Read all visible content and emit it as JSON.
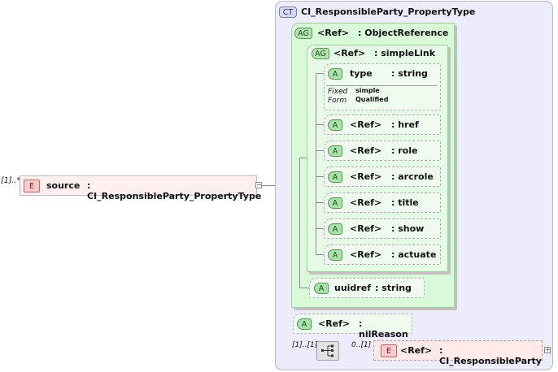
{
  "source_element": {
    "cardinality": "[1]..*",
    "badge": "E",
    "name": "source",
    "type": ": CI_ResponsibleParty_PropertyType"
  },
  "complex_type": {
    "badge": "CT",
    "title": "CI_ResponsibleParty_PropertyType"
  },
  "object_reference": {
    "badge": "AG",
    "ref": "<Ref>",
    "type": ": ObjectReference"
  },
  "simple_link": {
    "badge": "AG",
    "ref": "<Ref>",
    "type": ": simpleLink"
  },
  "type_attr": {
    "badge": "A",
    "name": "type",
    "type": ": string",
    "fixed_label": "Fixed",
    "fixed_value": "simple",
    "form_label": "Form",
    "form_value": "Qualified"
  },
  "ref_attrs": [
    {
      "badge": "A",
      "ref": "<Ref>",
      "type": ": href"
    },
    {
      "badge": "A",
      "ref": "<Ref>",
      "type": ": role"
    },
    {
      "badge": "A",
      "ref": "<Ref>",
      "type": ": arcrole"
    },
    {
      "badge": "A",
      "ref": "<Ref>",
      "type": ": title"
    },
    {
      "badge": "A",
      "ref": "<Ref>",
      "type": ": show"
    },
    {
      "badge": "A",
      "ref": "<Ref>",
      "type": ": actuate"
    }
  ],
  "uuidref_attr": {
    "badge": "A",
    "name": "uuidref",
    "type": ": string"
  },
  "nil_reason_attr": {
    "badge": "A",
    "ref": "<Ref>",
    "type": ": nilReason"
  },
  "sequence": {
    "cardinality": "[1]..[1]"
  },
  "responsible_party": {
    "cardinality": "0..[1]",
    "badge": "E",
    "ref": "<Ref>",
    "type": ": CI_ResponsibleParty"
  }
}
